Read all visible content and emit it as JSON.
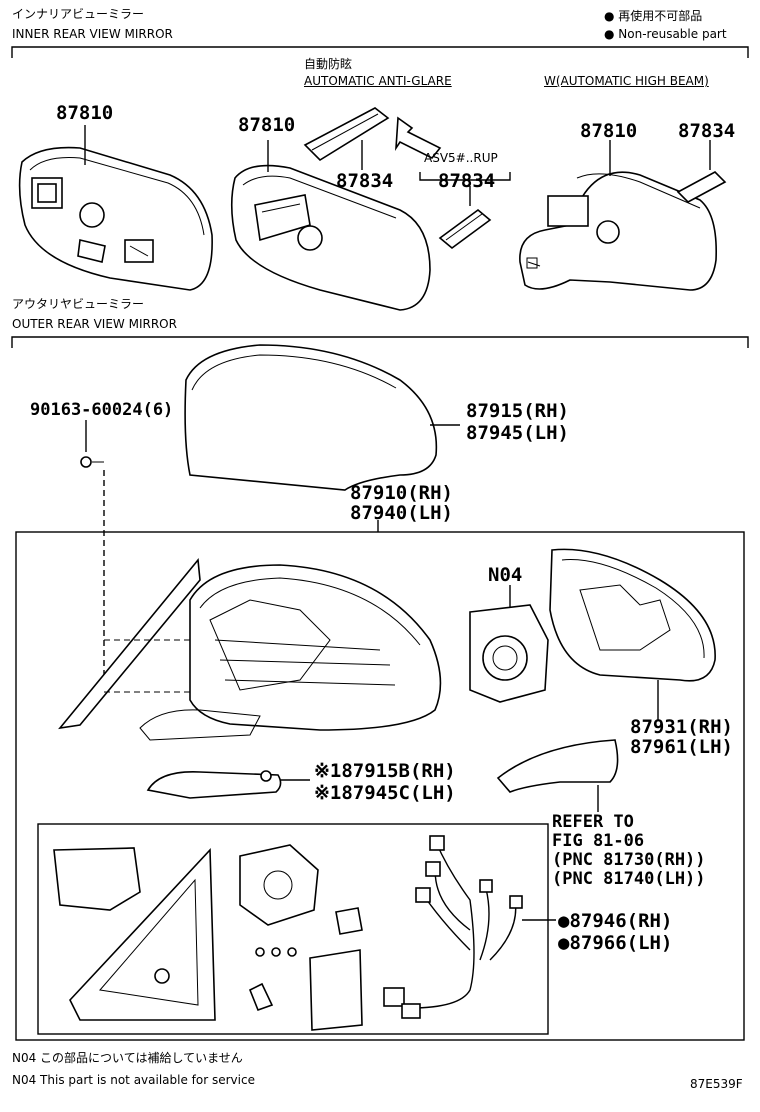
{
  "header": {
    "inner_title_jp": "インナリアビューミラー",
    "inner_title_en": "INNER REAR VIEW MIRROR",
    "legend_jp": "● 再使用不可部品",
    "legend_en": "● Non-reusable part"
  },
  "inner": {
    "auto_antiglare_jp": "自動防眩",
    "auto_antiglare_en": "AUTOMATIC ANTI-GLARE",
    "high_beam_label": "W(AUTOMATIC HIGH BEAM)",
    "asv_label": "ASV5#..RUP",
    "part_87810_a": "87810",
    "part_87810_b": "87810",
    "part_87810_c": "87810",
    "part_87834_a": "87834",
    "part_87834_b": "87834",
    "part_87834_c": "87834"
  },
  "outer": {
    "title_jp": "アウタリヤビューミラー",
    "title_en": "OUTER REAR VIEW MIRROR",
    "screw": "90163-60024(6)",
    "cover_rh": "87915(RH)",
    "cover_lh": "87945(LH)",
    "mirror_rh": "87910(RH)",
    "mirror_lh": "87940(LH)",
    "n04": "N04",
    "glass_rh": "87931(RH)",
    "glass_lh": "87961(LH)",
    "lower_rh": "※187915B(RH)",
    "lower_lh": "※187945C(LH)",
    "refer1": "REFER TO",
    "refer2": "FIG 81-06",
    "refer3": "(PNC 81730(RH))",
    "refer4": "(PNC 81740(LH))",
    "harness_rh": "●87946(RH)",
    "harness_lh": "●87966(LH)"
  },
  "footer": {
    "note_jp": "N04 この部品については補給していません",
    "note_en": "N04 This part is not available for service",
    "fig_code": "87E539F"
  }
}
